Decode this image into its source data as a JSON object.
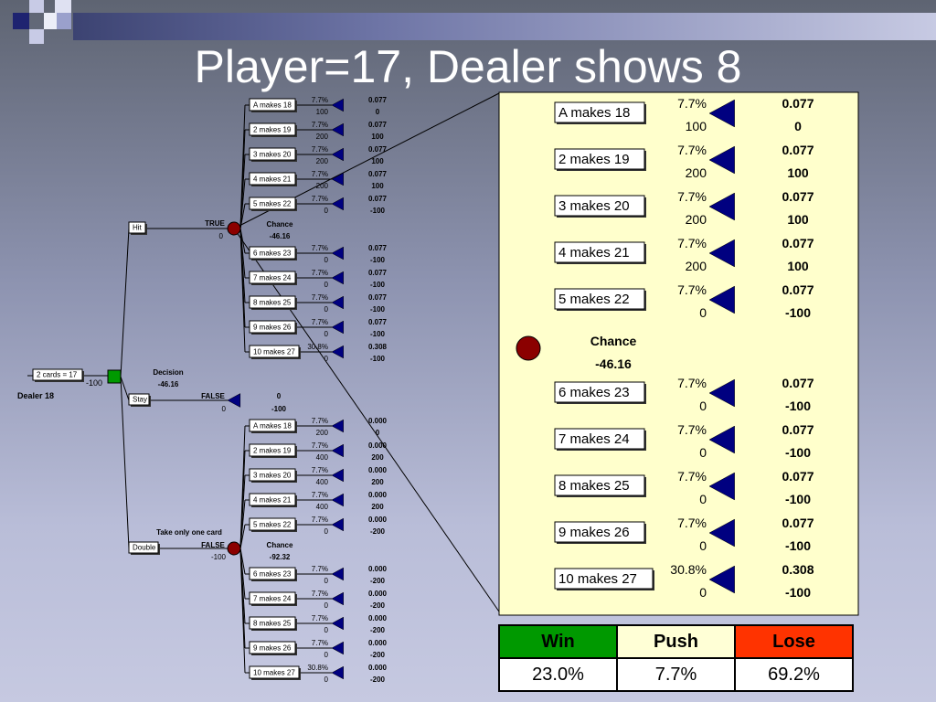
{
  "slide": {
    "title": "Player=17, Dealer shows 8"
  },
  "tree": {
    "root": {
      "label": "2 cards = 17",
      "value": "-100",
      "side_label": "Dealer 18"
    },
    "decision": {
      "name": "Decision",
      "value": "-46.16"
    },
    "hit": {
      "label": "Hit",
      "flag": "TRUE",
      "flag_value": "0",
      "chance_name": "Chance",
      "chance_value": "-46.16"
    },
    "stay": {
      "label": "Stay",
      "flag": "FALSE",
      "flag_value": "0",
      "end_prob": "0",
      "end_value": "-100"
    },
    "double": {
      "label": "Double",
      "note": "Take only one card",
      "flag": "FALSE",
      "flag_value": "-100",
      "chance_name": "Chance",
      "chance_value": "-92.32"
    },
    "hit_outcomes": [
      {
        "label": "A makes 18",
        "prob": "7.7%",
        "payoff": "100",
        "ev": "0.077",
        "ev_payoff": "0"
      },
      {
        "label": "2 makes 19",
        "prob": "7.7%",
        "payoff": "200",
        "ev": "0.077",
        "ev_payoff": "100"
      },
      {
        "label": "3 makes 20",
        "prob": "7.7%",
        "payoff": "200",
        "ev": "0.077",
        "ev_payoff": "100"
      },
      {
        "label": "4 makes 21",
        "prob": "7.7%",
        "payoff": "200",
        "ev": "0.077",
        "ev_payoff": "100"
      },
      {
        "label": "5 makes 22",
        "prob": "7.7%",
        "payoff": "0",
        "ev": "0.077",
        "ev_payoff": "-100"
      },
      {
        "label": "6 makes 23",
        "prob": "7.7%",
        "payoff": "0",
        "ev": "0.077",
        "ev_payoff": "-100"
      },
      {
        "label": "7 makes 24",
        "prob": "7.7%",
        "payoff": "0",
        "ev": "0.077",
        "ev_payoff": "-100"
      },
      {
        "label": "8 makes 25",
        "prob": "7.7%",
        "payoff": "0",
        "ev": "0.077",
        "ev_payoff": "-100"
      },
      {
        "label": "9 makes 26",
        "prob": "7.7%",
        "payoff": "0",
        "ev": "0.077",
        "ev_payoff": "-100"
      },
      {
        "label": "10 makes 27",
        "prob": "30.8%",
        "payoff": "0",
        "ev": "0.308",
        "ev_payoff": "-100"
      }
    ],
    "double_outcomes": [
      {
        "label": "A makes 18",
        "prob": "7.7%",
        "payoff": "200",
        "ev": "0.000",
        "ev_payoff": "0"
      },
      {
        "label": "2 makes 19",
        "prob": "7.7%",
        "payoff": "400",
        "ev": "0.000",
        "ev_payoff": "200"
      },
      {
        "label": "3 makes 20",
        "prob": "7.7%",
        "payoff": "400",
        "ev": "0.000",
        "ev_payoff": "200"
      },
      {
        "label": "4 makes 21",
        "prob": "7.7%",
        "payoff": "400",
        "ev": "0.000",
        "ev_payoff": "200"
      },
      {
        "label": "5 makes 22",
        "prob": "7.7%",
        "payoff": "0",
        "ev": "0.000",
        "ev_payoff": "-200"
      },
      {
        "label": "6 makes 23",
        "prob": "7.7%",
        "payoff": "0",
        "ev": "0.000",
        "ev_payoff": "-200"
      },
      {
        "label": "7 makes 24",
        "prob": "7.7%",
        "payoff": "0",
        "ev": "0.000",
        "ev_payoff": "-200"
      },
      {
        "label": "8 makes 25",
        "prob": "7.7%",
        "payoff": "0",
        "ev": "0.000",
        "ev_payoff": "-200"
      },
      {
        "label": "9 makes 26",
        "prob": "7.7%",
        "payoff": "0",
        "ev": "0.000",
        "ev_payoff": "-200"
      },
      {
        "label": "10 makes 27",
        "prob": "30.8%",
        "payoff": "0",
        "ev": "0.000",
        "ev_payoff": "-200"
      }
    ]
  },
  "zoom": {
    "chance_name": "Chance",
    "chance_value": "-46.16"
  },
  "summary": {
    "headers": [
      "Win",
      "Push",
      "Lose"
    ],
    "values": [
      "23.0%",
      "7.7%",
      "69.2%"
    ]
  },
  "colors": {
    "decision_node": "#009900",
    "chance_node": "#8b0000",
    "terminal": "#000080",
    "zoom_panel": "#ffffcc",
    "win": "#009900",
    "push": "#ffffd6",
    "lose": "#ff3300"
  }
}
